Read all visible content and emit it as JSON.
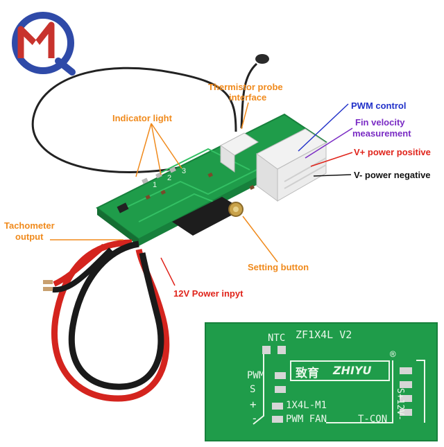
{
  "logo": {
    "letters": "MQ",
    "brand_colors": [
      "#2f4aa8",
      "#c8332d"
    ]
  },
  "annotations": {
    "thermistor_probe": "Thermistor probe",
    "interface": "interface",
    "indicator_light": "Indicator light",
    "pwm_control": "PWM control",
    "fin_velocity": "Fin velocity",
    "measurement": "measurement",
    "v_plus": "V+ power positive",
    "v_minus": "V- power negative",
    "tachometer": "Tachometer",
    "output": "output",
    "setting_button": "Setting button",
    "power_input": "12V Power inpyt"
  },
  "led_numbers": [
    "1",
    "2",
    "3"
  ],
  "board_back": {
    "ntc": "NTC",
    "model": "ZF1X4L  V2",
    "brand_cn": "致育",
    "brand": "ZHIYU",
    "registered": "®",
    "pwm": "PWM",
    "s": "S",
    "plus": "+",
    "minus": "-",
    "part": "1X4L-M1",
    "pwm_fan": "PWM FAN",
    "t_con": "T-CON",
    "right_label": "S+12V-"
  },
  "colors": {
    "pcb_green": "#1f9c4a",
    "pcb_light": "#34c064",
    "wire_red": "#d4241e",
    "wire_black": "#1a1a1a",
    "label_orange": "#f08a1c",
    "label_red": "#e0241b",
    "label_blue": "#2131c9",
    "label_purple": "#7a2bc4"
  }
}
